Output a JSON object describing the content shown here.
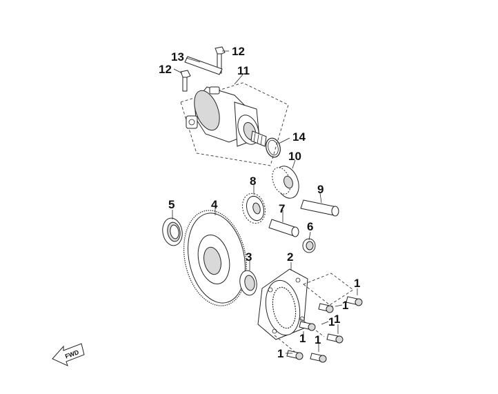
{
  "callouts": {
    "p1": "1",
    "p2": "2",
    "p3": "3",
    "p4": "4",
    "p5": "5",
    "p6": "6",
    "p7": "7",
    "p8": "8",
    "p9": "9",
    "p10": "10",
    "p11": "11",
    "p12": "12",
    "p13": "13",
    "p14": "14"
  },
  "fwd_badge": "FWD"
}
